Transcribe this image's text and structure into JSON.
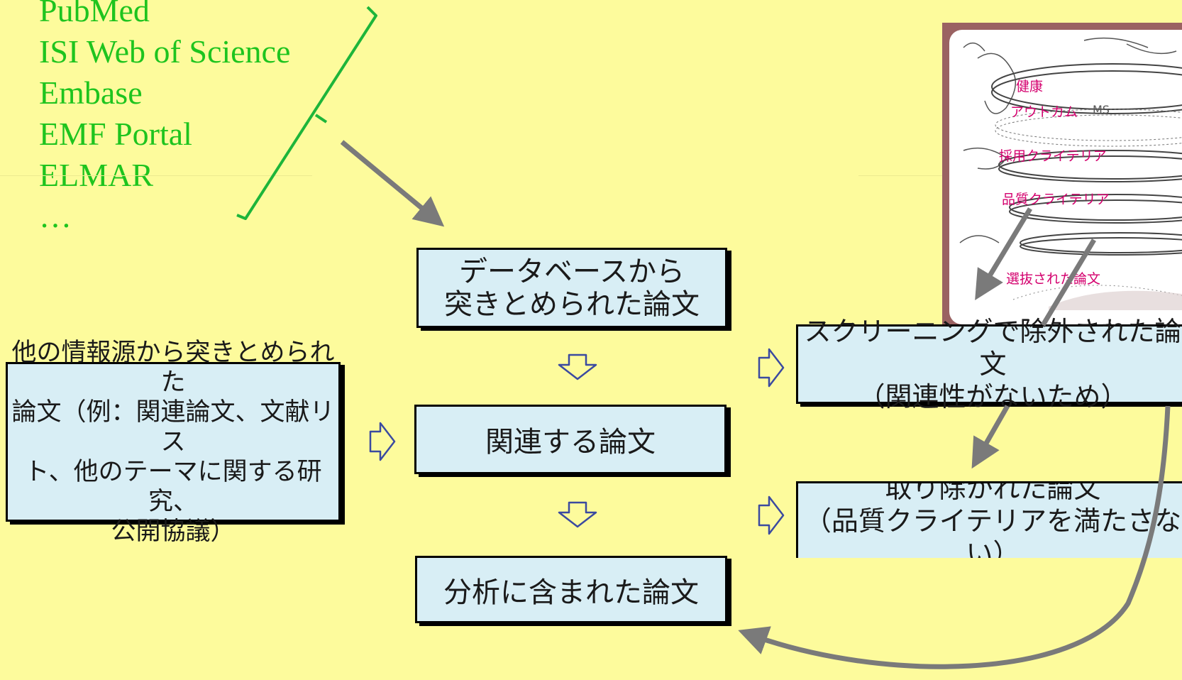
{
  "databases": [
    "PubMed",
    "ISI Web of Science",
    "Embase",
    "EMF Portal",
    "ELMAR",
    "…"
  ],
  "boxes": {
    "databases_found": "データベースから\n突きとめられた論文",
    "relevant": "関連する論文",
    "included": "分析に含まれた論文",
    "other_sources": "他の情報源から突きとめられた\n論文（例：関連論文、文献リス\nト、他のテーマに関する研究、\n公開協議）",
    "screening_excluded": "スクリーニングで除外された論文\n（関連性がないため）",
    "removed": "取り除かれた論文\n（品質クライテリアを満たさない）"
  },
  "sieve": {
    "health": "健康",
    "outcome": "アウトカム",
    "ms": "MS",
    "inclusion": "採用クライテリア",
    "quality": "品質クライテリア",
    "selected": "選抜された論文"
  },
  "colors": {
    "background": "#fdfb9c",
    "box_fill": "#d8eef5",
    "db_text": "#1ec41e",
    "bracket": "#1db53a",
    "gray_arrow": "#7a7a7a",
    "sieve_label": "#d4006e",
    "image_frame": "#9a6262"
  }
}
